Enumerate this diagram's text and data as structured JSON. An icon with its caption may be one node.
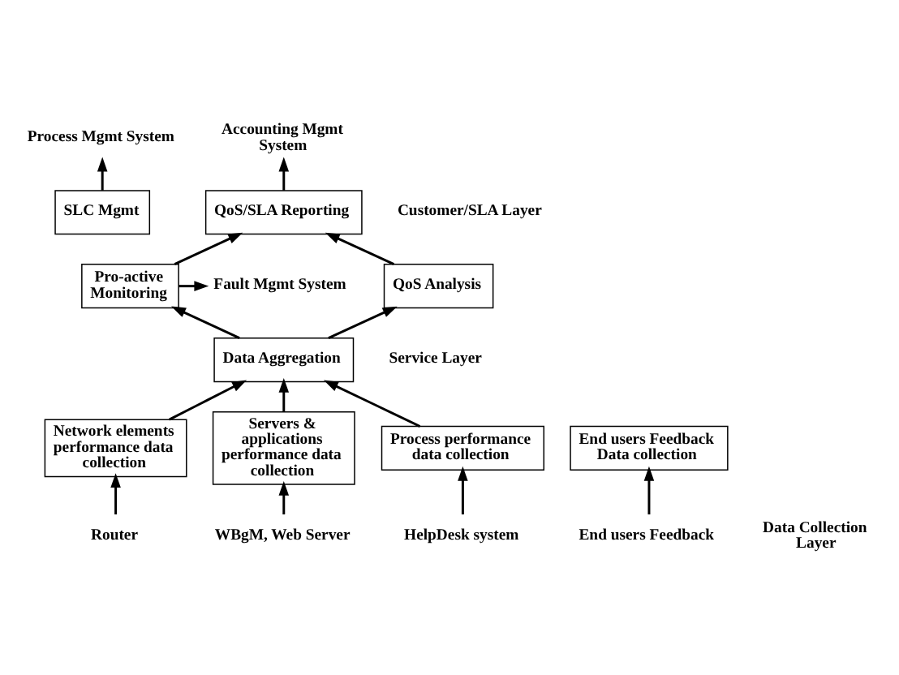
{
  "diagram": {
    "nodes": [
      {
        "text": [
          "Process Mgmt System"
        ]
      },
      {
        "text": [
          "SLC Mgmt"
        ]
      },
      {
        "text": [
          "QoS/SLA Reporting"
        ]
      },
      {
        "text": [
          "Accounting Mgmt System"
        ]
      },
      {
        "text": [
          "Pro-active Monitoring"
        ]
      },
      {
        "text": [
          "QoS Analysis"
        ]
      },
      {
        "text": [
          "Fault Mgmt System"
        ]
      },
      {
        "text": [
          "Data Aggregation"
        ]
      },
      {
        "text": [
          "Network elements performance data collection"
        ]
      },
      {
        "text": [
          "Servers & applications performance data collection"
        ]
      },
      {
        "text": [
          "Process performance data collection"
        ]
      },
      {
        "text": [
          "End users Feedback Data collection"
        ]
      },
      {
        "text": [
          "Router"
        ]
      },
      {
        "text": [
          "WBgM, Web Server"
        ]
      },
      {
        "text": [
          "HelpDesk system"
        ]
      },
      {
        "text": [
          "End users Feedback"
        ]
      }
    ],
    "edges": [
      {
        "from": 1,
        "to": 0,
        "arrow": "to"
      },
      {
        "from": 2,
        "to": 3,
        "arrow": "to"
      },
      {
        "from": 4,
        "to": 2,
        "arrow": "to"
      },
      {
        "from": 4,
        "to": 6,
        "arrow": "to"
      },
      {
        "from": 5,
        "to": 2,
        "arrow": "to"
      },
      {
        "from": 7,
        "to": 4,
        "arrow": "to"
      },
      {
        "from": 7,
        "to": 5,
        "arrow": "to"
      },
      {
        "from": 8,
        "to": 7,
        "arrow": "to"
      },
      {
        "from": 9,
        "to": 7,
        "arrow": "to"
      },
      {
        "from": 10,
        "to": 7,
        "arrow": "to"
      },
      {
        "from": 12,
        "to": 8,
        "arrow": "to"
      },
      {
        "from": 13,
        "to": 9,
        "arrow": "to"
      },
      {
        "from": 14,
        "to": 10,
        "arrow": "to"
      },
      {
        "from": 15,
        "to": 11,
        "arrow": "to"
      }
    ],
    "labels": [
      "Customer/SLA Layer",
      "Service Layer",
      "Data Collection Layer"
    ]
  }
}
